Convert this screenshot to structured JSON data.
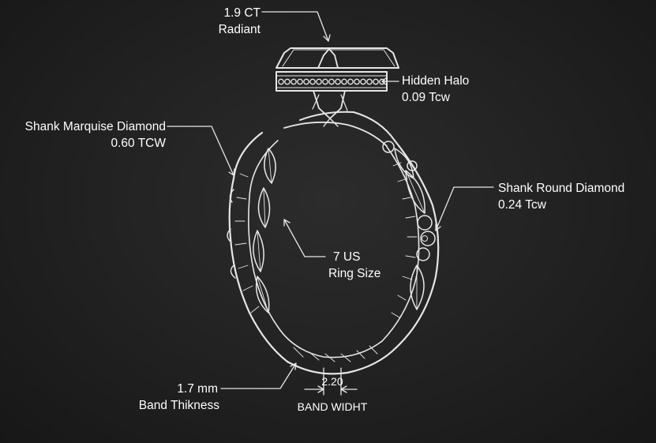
{
  "callouts": {
    "center_stone": {
      "line1": "1.9 CT",
      "line2": "Radiant"
    },
    "hidden_halo": {
      "line1": "Hidden Halo",
      "line2": "0.09 Tcw"
    },
    "shank_marquise": {
      "line1": "Shank  Marquise Diamond",
      "line2": "0.60 TCW"
    },
    "shank_round": {
      "line1": "Shank Round Diamond",
      "line2": "0.24 Tcw"
    },
    "ring_size": {
      "line1": "7 US",
      "line2": "Ring Size"
    },
    "band_thickness": {
      "line1": "1.7 mm",
      "line2": "Band Thikness"
    },
    "band_width": {
      "value": "2.20",
      "label": "BAND WIDHT"
    }
  },
  "colors": {
    "chalk": "#e6e6e6",
    "board_center": "#2c2c2c",
    "board_edge": "#171717"
  }
}
